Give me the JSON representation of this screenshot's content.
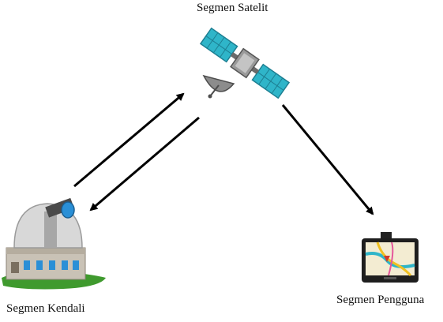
{
  "labels": {
    "satellite": "Segmen Satelit",
    "control": "Segmen Kendali",
    "user": "Segmen Pengguna"
  },
  "icons": {
    "satellite": "satellite-icon",
    "control": "observatory-icon",
    "user": "gps-device-icon"
  },
  "colors": {
    "arrow": "#000000",
    "solar_panel": "#2fb5c9",
    "grass": "#3f9a2e",
    "dome": "#d8d8d8",
    "lens": "#2a8fd6"
  }
}
